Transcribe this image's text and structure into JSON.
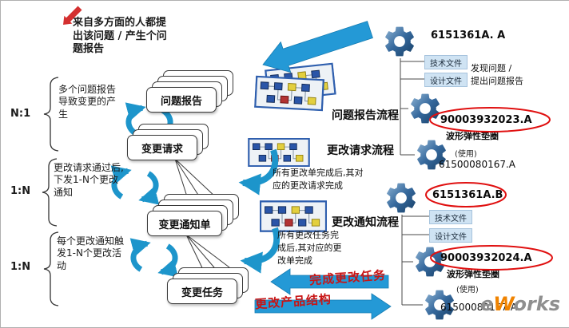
{
  "colors": {
    "arrow_blue": "#2499d6",
    "cycle_blue": "#1d95cb",
    "accent_red": "#e01010",
    "doc_box_bg": "#cfe3f3"
  },
  "intro": {
    "text": "来自多方面的人都提\n出该问题 / 产生个问\n题报告"
  },
  "left": {
    "groups": [
      {
        "ratio": "N:1",
        "note": "多个问题报告\n导致变更的产\n生"
      },
      {
        "ratio": "1:N",
        "note": "更改请求通过后,\n下发1-N个更改\n通知"
      },
      {
        "ratio": "1:N",
        "note": "每个更改通知触\n发1-N个更改活\n动"
      }
    ]
  },
  "cards": [
    {
      "label": "问题报告"
    },
    {
      "label": "变更请求"
    },
    {
      "label": "变更通知单"
    },
    {
      "label": "变更任务"
    }
  ],
  "flows": [
    {
      "label": "问题报告流程"
    },
    {
      "label": "更改请求流程"
    },
    {
      "label": "更改通知流程"
    }
  ],
  "notes": {
    "request_done": "所有更改单完成后,其对\n应的更改请求完成",
    "task_done": "所有更改任务完\n成后,其对应的更\n改单完成"
  },
  "banners": {
    "finish_task": "完成更改任务",
    "change_structure": "更改产品结构"
  },
  "bom_top": {
    "assembly": "6151361A. A",
    "doc_tech": "技术文件",
    "doc_design": "设计文件",
    "discover_note": "发现问题 /\n提出问题报告",
    "part_washer": "90003932023.A",
    "part_washer_name": "波形弹性垫圈",
    "usage": "(使用)",
    "part_other": "61500080167.A"
  },
  "bom_bottom": {
    "assembly": "6151361A.B",
    "doc_tech": "技术文件",
    "doc_design": "设计文件",
    "part_washer": "90003932024.A",
    "part_washer_name": "波形弹性垫圈",
    "usage": "(使用)",
    "part_other": "61500080167.A"
  },
  "watermark": {
    "e": "e",
    "w": "W",
    "rest": "orks"
  }
}
